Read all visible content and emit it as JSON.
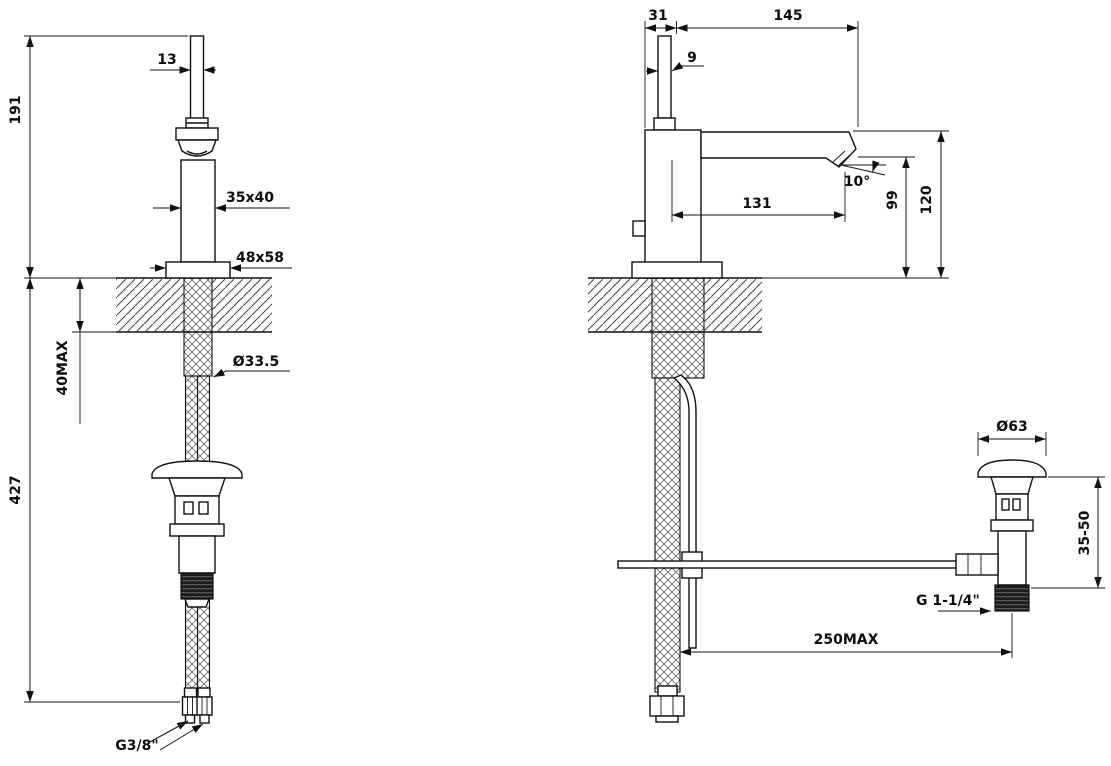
{
  "front_view": {
    "dimensions": {
      "handle_width": "13",
      "height_above_counter": "191",
      "body_section": "35x40",
      "base_plate": "48x58",
      "max_counter_thickness": "40MAX",
      "mounting_hole_diameter": "Ø33.5",
      "hose_length": "427",
      "supply_thread": "G3/8\""
    }
  },
  "side_view": {
    "dimensions": {
      "handle_depth": "31",
      "overall_depth": "145",
      "handle_thickness": "9",
      "spout_angle": "10°",
      "spout_reach": "131",
      "spout_height": "99",
      "body_height": "120",
      "waste_cap_diameter": "Ø63",
      "waste_height_range": "35-50",
      "waste_thread": "G 1-1/4\"",
      "rod_max_length": "250MAX"
    }
  },
  "colors": {
    "line": "#111111",
    "background": "#ffffff"
  }
}
